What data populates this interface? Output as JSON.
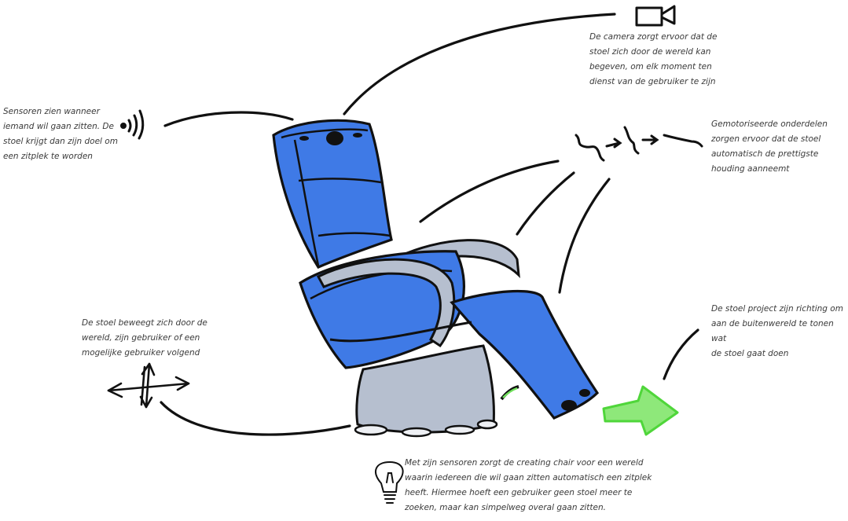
{
  "annotations": {
    "sensors": "Sensoren zien wanneer\niemand wil gaan zitten. De\nstoel krijgt dan zijn doel om\neen zitplek te worden",
    "camera": "De camera zorgt ervoor dat de\nstoel zich door de wereld kan\nbegeven, om elk moment ten\ndienst van de gebruiker te zijn",
    "motors": "Gemotoriseerde onderdelen\nzorgen ervoor dat de stoel\nautomatisch de prettigste\nhouding aanneemt",
    "movement": "De stoel beweegt zich door de\nwereld, zijn gebruiker of een\nmogelijke gebruiker volgend",
    "projection": "De stoel project zijn richting om\naan de buitenwereld te tonen wat\nde stoel gaat doen",
    "summary": "Met zijn sensoren zorgt de creating chair voor een wereld\nwaarin iedereen die wil gaan zitten automatisch een zitplek\nheeft. Hiermee hoeft een gebruiker  geen stoel meer te\nzoeken, maar kan simpelweg overal gaan zitten."
  },
  "colors": {
    "chair_blue": "#3f7ae6",
    "chair_blue_light": "#7fa6ef",
    "base_grey": "#b6bfcf",
    "arrow_green": "#6fe05a",
    "ink": "#111111"
  },
  "icons": [
    "sensor-waves-icon",
    "video-camera-icon",
    "motor-joints-icon",
    "move-arrows-icon",
    "green-direction-arrow-icon",
    "lightbulb-icon"
  ]
}
